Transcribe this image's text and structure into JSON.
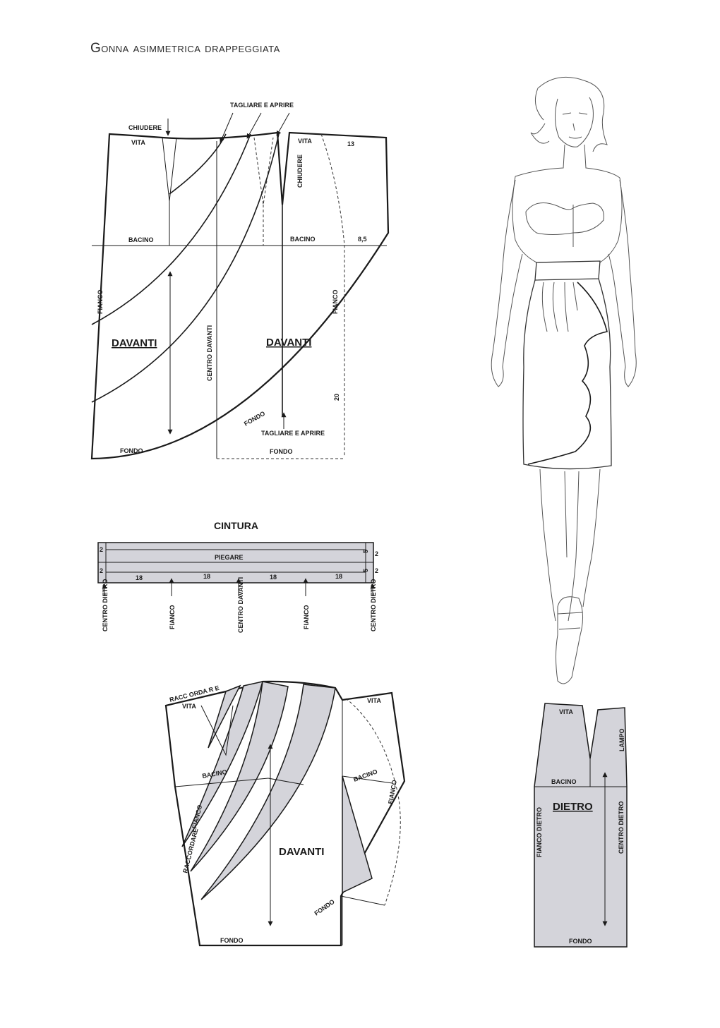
{
  "title": "Gonna asimmetrica drappeggiata",
  "front_pattern": {
    "labels": {
      "chiudere": "CHIUDERE",
      "tagliare_aprire_top": "TAGLIARE E APRIRE",
      "vita_left": "VITA",
      "vita_right": "VITA",
      "chiudere_vertical": "CHIUDERE",
      "bacino_left": "BACINO",
      "bacino_right": "BACINO",
      "fianco_left": "FIANCO",
      "fianco_right": "FIANCO",
      "centro_davanti": "CENTRO DAVANTI",
      "davanti_left": "DAVANTI",
      "davanti_right": "DAVANTI",
      "fondo_curve": "FONDO",
      "tagliare_aprire_bottom": "TAGLIARE E APRIRE",
      "fondo_left": "FONDO",
      "fondo_right": "FONDO"
    },
    "numbers": {
      "n13": "13",
      "n8_5": "8,5",
      "n20": "20"
    }
  },
  "waistband": {
    "title": "CINTURA",
    "piegare": "PIEGARE",
    "left_nums": [
      "2",
      "2"
    ],
    "right_nums": [
      "5",
      "5"
    ],
    "right_outer": [
      "2",
      "2"
    ],
    "segments": [
      "18",
      "18",
      "18",
      "18"
    ],
    "markers": [
      "CENTRO DIETRO",
      "FIANCO",
      "CENTRO DAVANTI",
      "FIANCO",
      "CENTRO DIETRO"
    ]
  },
  "draped_front": {
    "raccordare_top": "RACC ORDA R E",
    "vita_left": "VITA",
    "vita_right": "VITA",
    "bacino_left": "BACINO",
    "bacino_right": "BACINO",
    "fianco_left": "FIANCO",
    "raccordare_side": "RACCORDARE",
    "fianco_right": "FIANCO",
    "davanti": "DAVANTI",
    "fondo_curve": "FONDO",
    "fondo_bottom": "FONDO"
  },
  "back_pattern": {
    "vita": "VITA",
    "lampo": "LAMPO",
    "bacino": "BACINO",
    "dietro": "DIETRO",
    "fianco_dietro": "FIANCO DIETRO",
    "centro_dietro": "CENTRO DIETRO",
    "fondo": "FONDO"
  },
  "colors": {
    "line": "#1a1a1a",
    "fill_grey": "#d4d4da",
    "background": "#ffffff"
  }
}
